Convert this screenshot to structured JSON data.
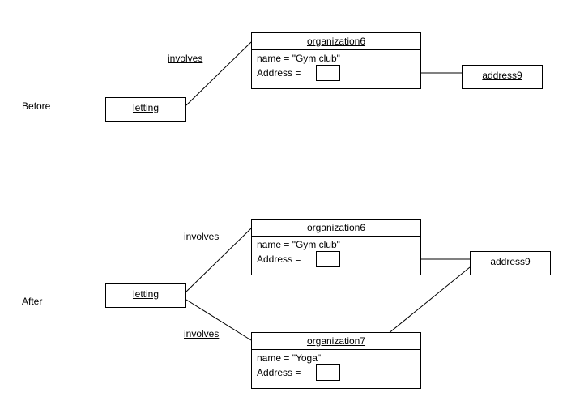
{
  "before": {
    "section_label": "Before",
    "letting": "letting",
    "link_label": "involves",
    "org": {
      "title": "organization6",
      "name_attr": "name = \"Gym club\"",
      "address_attr": "Address ="
    },
    "address": "address9"
  },
  "after": {
    "section_label": "After",
    "letting": "letting",
    "link_label_1": "involves",
    "link_label_2": "involves",
    "org1": {
      "title": "organization6",
      "name_attr": "name = \"Gym club\"",
      "address_attr": "Address ="
    },
    "org2": {
      "title": "organization7",
      "name_attr": "name = \"Yoga\"",
      "address_attr": "Address ="
    },
    "address": "address9"
  }
}
